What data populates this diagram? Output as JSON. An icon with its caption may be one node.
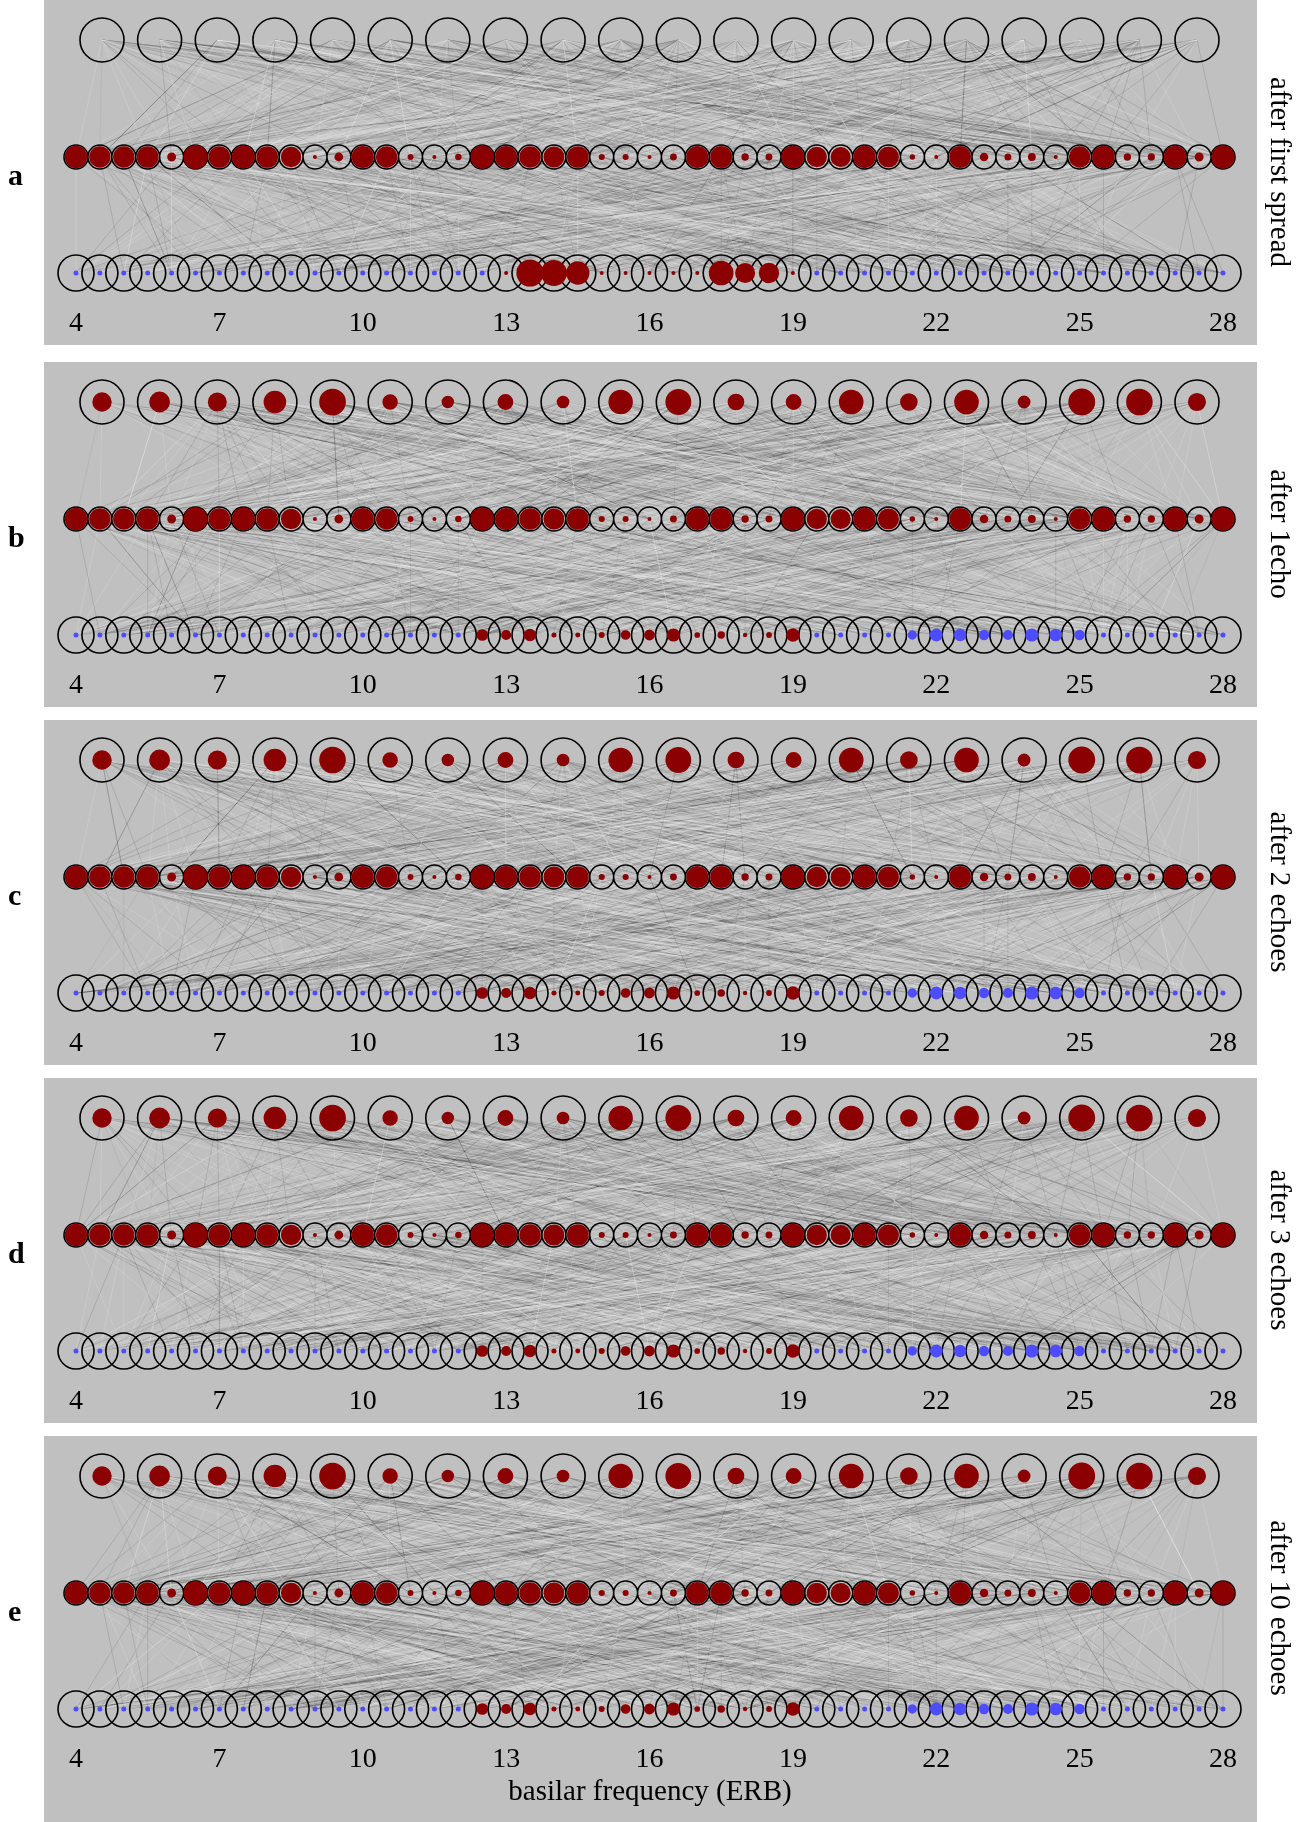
{
  "diagram": {
    "labels": [
      "a",
      "after first spread",
      "4",
      "7",
      "10",
      "13",
      "16",
      "19",
      "22",
      "25",
      "28",
      "b",
      "after 1echo",
      "4",
      "7",
      "10",
      "13",
      "16",
      "19",
      "22",
      "25",
      "28",
      "c",
      "after 2 echoes",
      "4",
      "7",
      "10",
      "13",
      "16",
      "19",
      "22",
      "25",
      "28",
      "d",
      "after 3 echoes",
      "4",
      "7",
      "10",
      "13",
      "16",
      "19",
      "22",
      "25",
      "28",
      "e",
      "after 10 echoes",
      "4",
      "7",
      "10",
      "13",
      "16",
      "19",
      "22",
      "25",
      "28",
      "basilar frequency (ERB)"
    ]
  }
}
